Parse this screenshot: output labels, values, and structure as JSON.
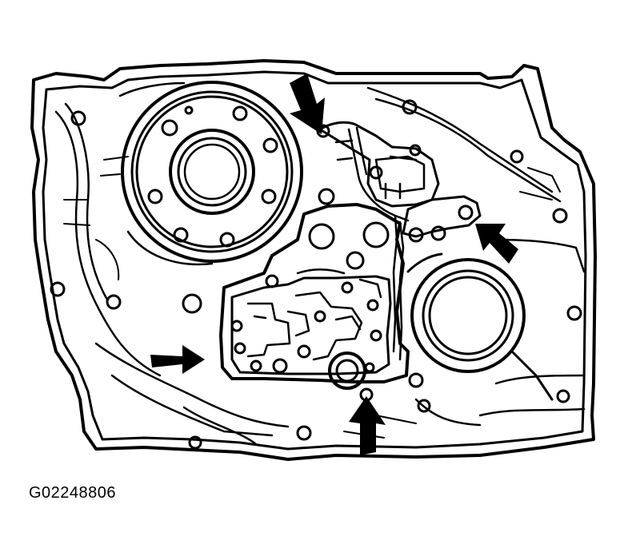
{
  "figure_id": "G02248806",
  "colors": {
    "ink": "#000000",
    "paper": "#ffffff"
  },
  "callouts": [
    {
      "name": "arrow-top-bolt",
      "icon": "arrow-down-right-icon"
    },
    {
      "name": "arrow-right-bolt",
      "icon": "arrow-up-left-icon"
    },
    {
      "name": "arrow-left-bolt",
      "icon": "arrow-right-icon"
    },
    {
      "name": "arrow-bottom-bolt",
      "icon": "arrow-up-icon"
    }
  ]
}
